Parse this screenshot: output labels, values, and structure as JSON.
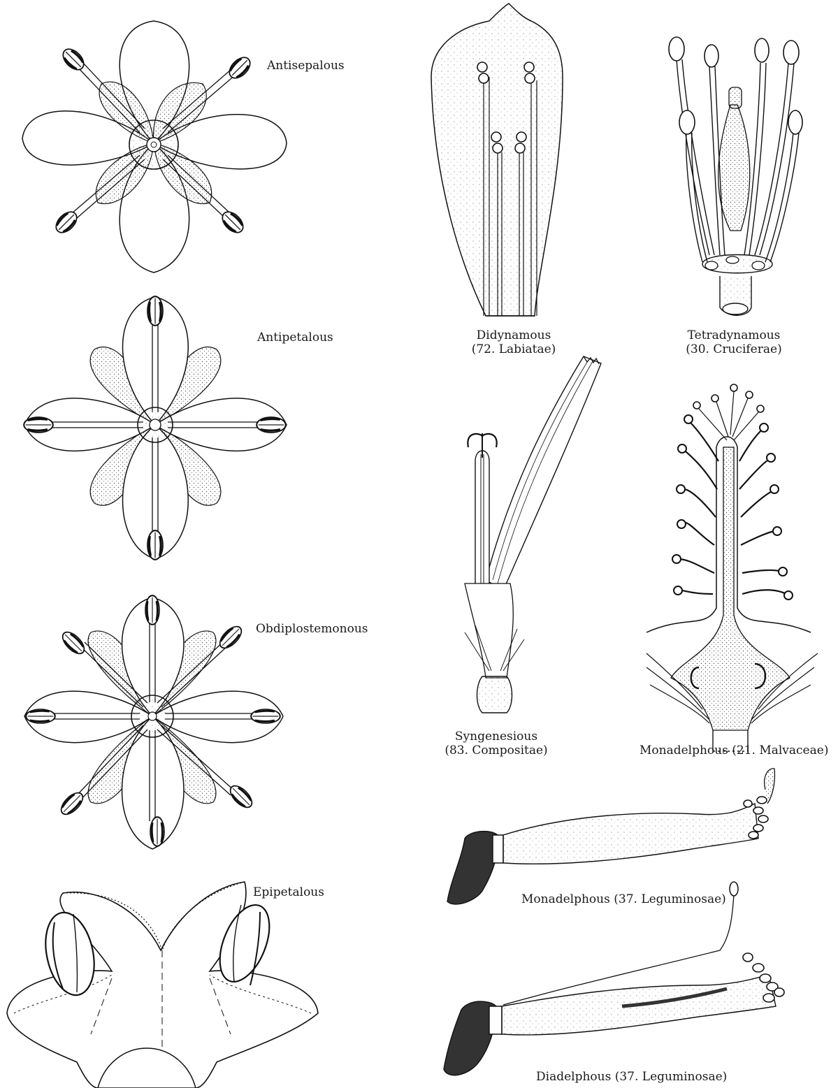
{
  "labels": {
    "antisepalous": "Antisepalous",
    "antipetalous": "Antipetalous",
    "obdiplostemonous": "Obdiplostemonous",
    "epipetalous": "Epipetalous",
    "didynamous": {
      "line1": "Didynamous",
      "line2": "(72. Labiatae)"
    },
    "tetradynamous": {
      "line1": "Tetradynamous",
      "line2": "(30. Cruciferae)"
    },
    "syngenesious": {
      "line1": "Syngenesious",
      "line2": "(83. Compositae)"
    },
    "monadelphous_malvaceae": "Monadelphous (21. Malvaceae)",
    "monadelphous_leguminosae": "Monadelphous (37. Leguminosae)",
    "diadelphous_leguminosae": "Diadelphous (37. Leguminosae)"
  }
}
